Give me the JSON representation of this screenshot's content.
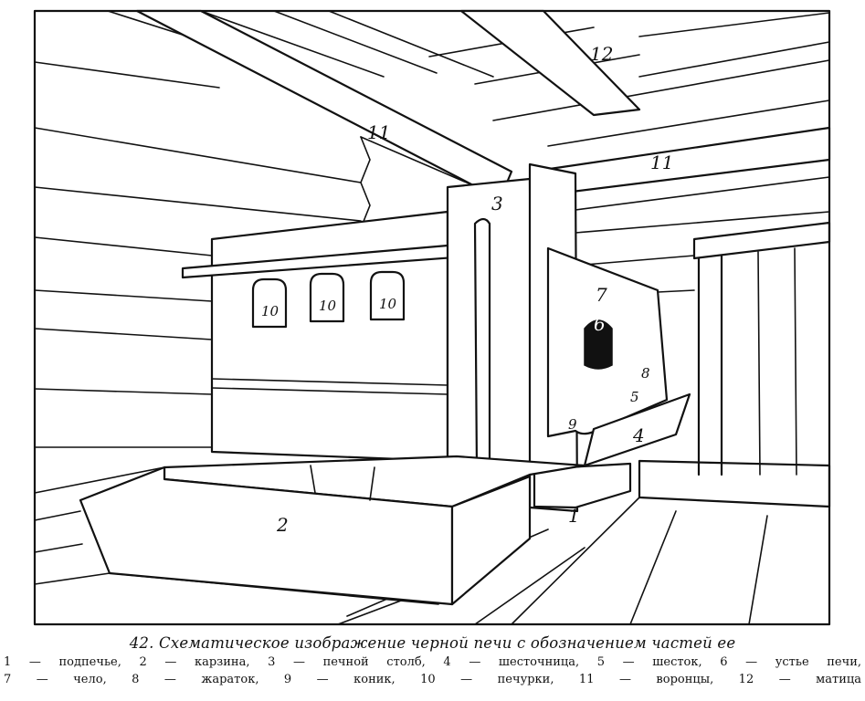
{
  "figure": {
    "labels": {
      "podpeche": "1",
      "karzina": "2",
      "pechnoy_stolb": "3",
      "shestochnitsa": "4",
      "shestok": "5",
      "ustye": "6",
      "chelo": "7",
      "zharatok": "8",
      "konik": "9",
      "pechurka": "10",
      "voronets_left": "11",
      "voronets_right": "11",
      "matitsa": "12"
    }
  },
  "caption": {
    "title": "42. Схематическое изображение черной печи с обозначением частей ее",
    "legend_line_1": "1 — подпечье, 2 — карзина, 3 — печной столб, 4 — шесточница, 5 — шесток, 6 — устье печи,",
    "legend_line_2": "7 — чело, 8 — жараток, 9 — коник, 10 — печурки, 11 — воронцы, 12 — матица"
  }
}
